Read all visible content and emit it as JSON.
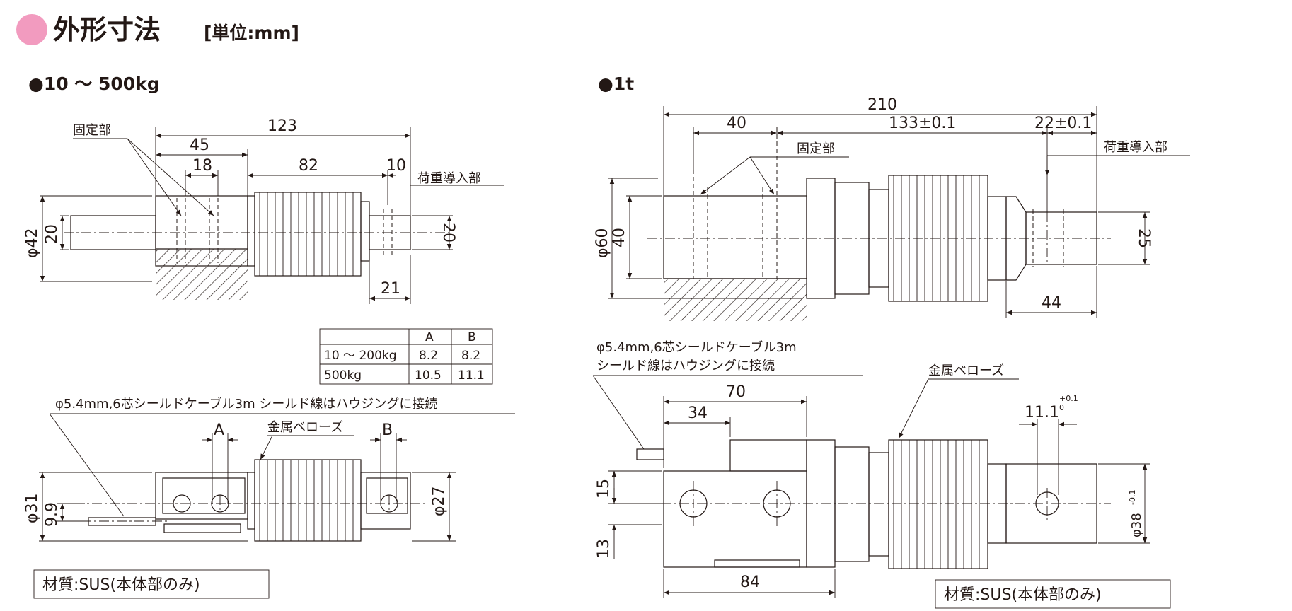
{
  "header": {
    "title": "外形寸法",
    "unit": "[単位:mm]",
    "bullet_color": "#f29bbf"
  },
  "left": {
    "heading": "●10 ～ 500kg",
    "dims": {
      "d123": "123",
      "d45": "45",
      "d18": "18",
      "d82": "82",
      "d10": "10",
      "d21": "21",
      "phi42": "φ42",
      "d20a": "20",
      "d20b": "20",
      "phi31": "φ31",
      "d99": "9.9",
      "phi27": "φ27",
      "dimA": "A",
      "dimB": "B"
    },
    "labels": {
      "fixed": "固定部",
      "load": "荷重導入部",
      "cable": "φ5.4mm,6芯シールドケーブル3m シールド線はハウジングに接続",
      "bellows": "金属ベローズ"
    },
    "table": {
      "headers": [
        "",
        "A",
        "B"
      ],
      "rows": [
        [
          "10 ～ 200kg",
          "8.2",
          "8.2"
        ],
        [
          "500kg",
          "10.5",
          "11.1"
        ]
      ]
    },
    "material": "材質:SUS(本体部のみ)"
  },
  "right": {
    "heading": "●1t",
    "dims": {
      "d210": "210",
      "d40": "40",
      "d133": "133±0.1",
      "d22": "22±0.1",
      "phi60": "φ60",
      "d40v": "40",
      "d25": "25",
      "d44": "44",
      "d70": "70",
      "d34": "34",
      "d15": "15",
      "d13": "13",
      "d84": "84",
      "d111": "11.1",
      "tol_up": "+0.1",
      "tol_low": "0",
      "phi38": "φ38",
      "phi38_tol": "-0.1"
    },
    "labels": {
      "fixed": "固定部",
      "load": "荷重導入部",
      "cable1": "φ5.4mm,6芯シールドケーブル3m",
      "cable2": "シールド線はハウジングに接続",
      "bellows": "金属ベローズ"
    },
    "material": "材質:SUS(本体部のみ)"
  }
}
